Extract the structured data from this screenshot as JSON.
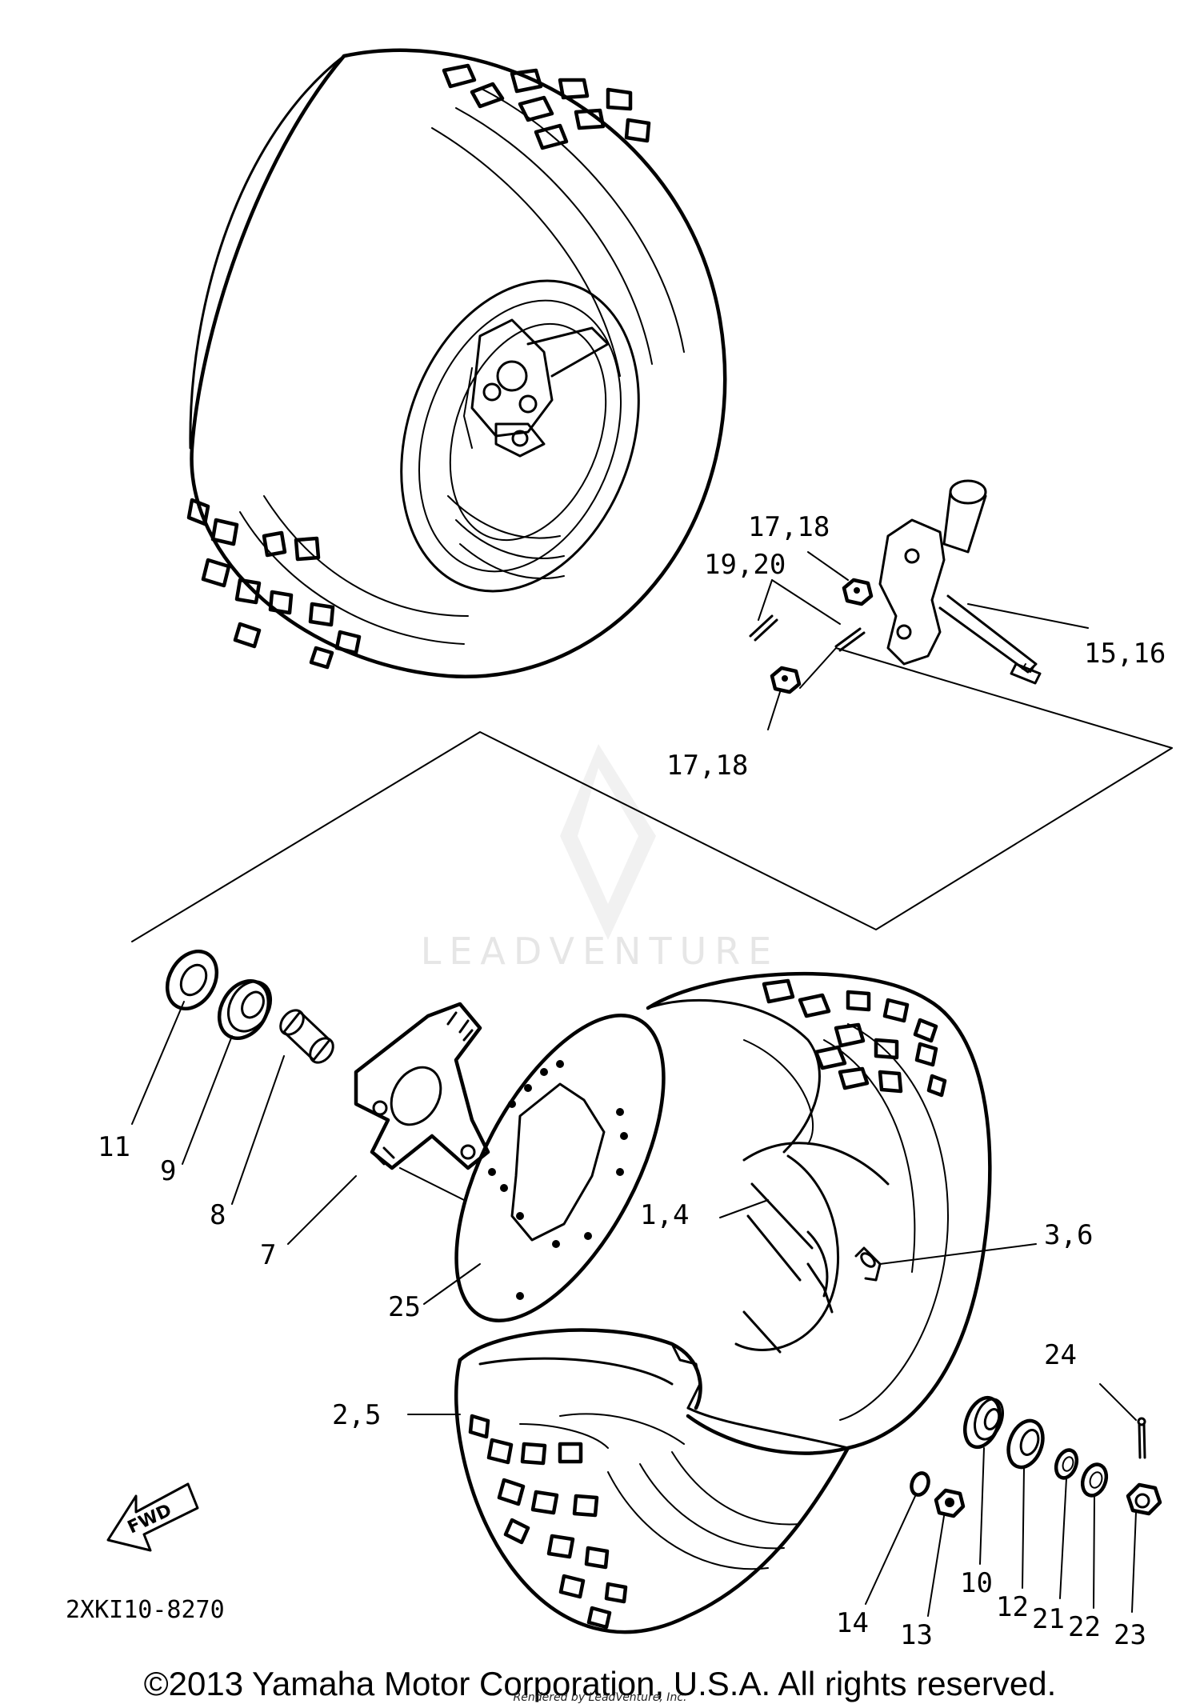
{
  "watermark": {
    "text": "LEADVENTURE"
  },
  "labels": {
    "p17_18_top": "17,18",
    "p19_20": "19,20",
    "p15_16": "15,16",
    "p17_18_bottom": "17,18",
    "p11": "11",
    "p9": "9",
    "p8": "8",
    "p7": "7",
    "p1_4": "1,4",
    "p3_6": "3,6",
    "p25": "25",
    "p24": "24",
    "p2_5": "2,5",
    "p10": "10",
    "p12": "12",
    "p21": "21",
    "p22": "22",
    "p23": "23",
    "p14": "14",
    "p13": "13"
  },
  "fwd_arrow": {
    "text": "FWD"
  },
  "diagram_code": "2XKI10-8270",
  "footer": {
    "copyright": "©2013 Yamaha Motor Corporation, U.S.A. All rights reserved.",
    "rendered_by": "Rendered by LeadVenture, Inc."
  }
}
